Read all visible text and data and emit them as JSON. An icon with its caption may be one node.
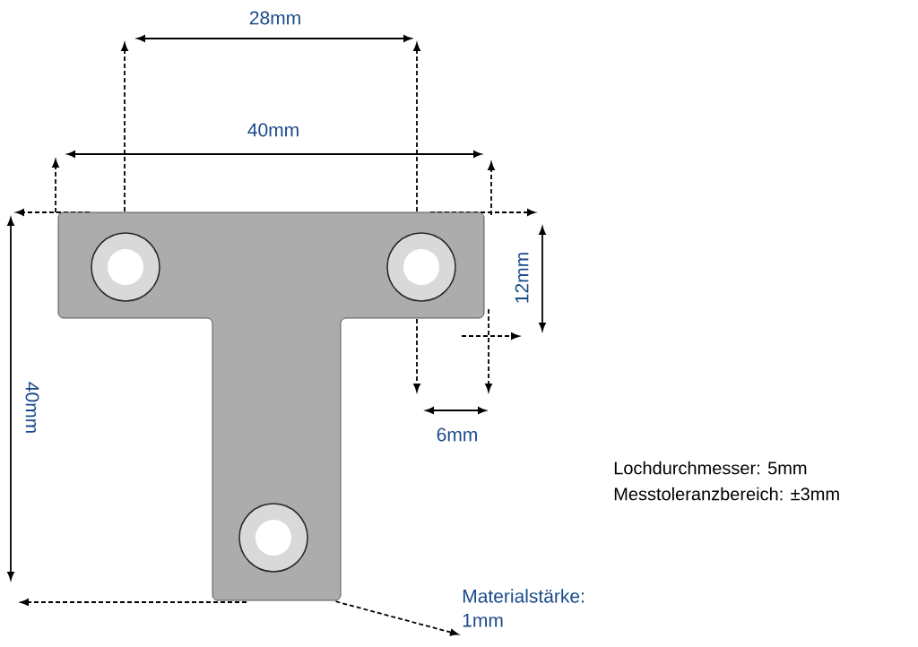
{
  "diagram": {
    "nodes": [
      {
        "text": [],
        "shape": "picture"
      },
      {
        "text": [
          "Materialstärke: 1mm"
        ]
      }
    ],
    "edges": [
      {
        "from": 0,
        "to": 1,
        "arrow": "to",
        "style": "dashed"
      }
    ],
    "labels": [
      "28mm",
      "40mm",
      "12mm",
      "40mm",
      "6mm",
      "Lochdurchmesser: 5mm",
      "Messtoleranzbereich: ±3mm"
    ]
  }
}
